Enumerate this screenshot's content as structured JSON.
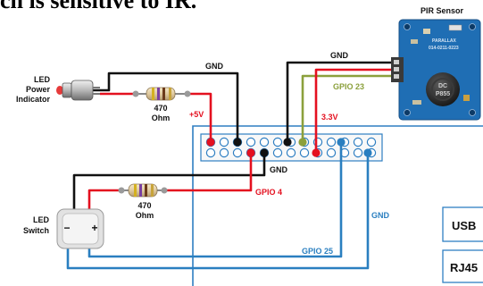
{
  "header": {
    "caption": "ch is sensitive to IR."
  },
  "pir": {
    "title": "PIR Sensor",
    "board_text": [
      "PARALLAX",
      "014-0211-0223"
    ],
    "dome_text": [
      "DC",
      "P855"
    ]
  },
  "led_power": {
    "label_line1": "LED",
    "label_line2": "Power",
    "label_line3": "Indicator"
  },
  "resistor_top": {
    "value": "470",
    "unit": "Ohm"
  },
  "resistor_bottom": {
    "value": "470",
    "unit": "Ohm"
  },
  "led_switch": {
    "label_line1": "LED",
    "label_line2": "Switch",
    "minus": "−",
    "plus": "+"
  },
  "wires": {
    "gnd_top": "GND",
    "gnd_pir": "GND",
    "gpio23": "GPIO 23",
    "v5": "+5V",
    "v33": "3.3V",
    "gnd_mid": "GND",
    "gpio4": "GPIO 4",
    "gnd_right": "GND",
    "gpio25": "GPIO 25"
  },
  "ports": {
    "usb": "USB",
    "rj45": "RJ45"
  },
  "colors": {
    "red": "#e4101f",
    "black": "#111111",
    "olive": "#8ba03c",
    "blue": "#2a7fc0"
  }
}
